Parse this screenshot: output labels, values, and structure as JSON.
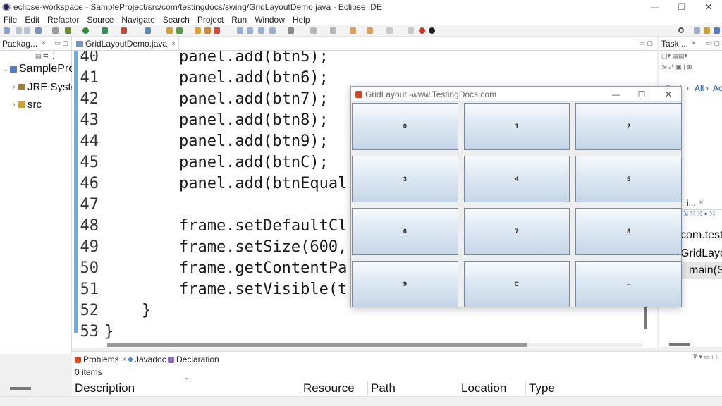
{
  "window": {
    "title": "eclipse-workspace - SampleProject/src/com/testingdocs/swing/GridLayoutDemo.java - Eclipse IDE",
    "minimize": "—",
    "maximize": "❐",
    "close": "✕"
  },
  "menu": [
    "File",
    "Edit",
    "Refactor",
    "Source",
    "Navigate",
    "Search",
    "Project",
    "Run",
    "Window",
    "Help"
  ],
  "package_explorer": {
    "tab_label": "Packag...",
    "close": "×",
    "tree": [
      {
        "label": "SampleProj",
        "arrow": "⌄",
        "icon_color": "#5a7bb5"
      },
      {
        "label": "JRE Syste",
        "arrow": "›",
        "icon_color": "#9e7c3a"
      },
      {
        "label": "src",
        "arrow": "›",
        "icon_color": "#c9a33a"
      }
    ]
  },
  "editor": {
    "tab_label": "GridLayoutDemo.java",
    "close": "×",
    "lines": [
      {
        "no": "40",
        "text": "        panel.add(btn5);"
      },
      {
        "no": "41",
        "text": "        panel.add(btn6);"
      },
      {
        "no": "42",
        "text": "        panel.add(btn7);"
      },
      {
        "no": "43",
        "text": "        panel.add(btn8);"
      },
      {
        "no": "44",
        "text": "        panel.add(btn9);"
      },
      {
        "no": "45",
        "text": "        panel.add(btnC);"
      },
      {
        "no": "46",
        "text": "        panel.add(btnEqual"
      },
      {
        "no": "47",
        "text": ""
      },
      {
        "no": "48",
        "text": "        frame.setDefaultCl"
      },
      {
        "no": "49",
        "text": "        frame.setSize(600,"
      },
      {
        "no": "50",
        "text": "        frame.getContentPa"
      },
      {
        "no": "51",
        "text": "        frame.setVisible(t"
      },
      {
        "no": "52",
        "text": "    }"
      },
      {
        "no": "53",
        "text": "}"
      }
    ]
  },
  "task_panel": {
    "tab_label": "Task ...",
    "close": "×",
    "find_label": "Find",
    "all_label": "All",
    "activate_label": "Ac"
  },
  "outline_panel": {
    "tab_label": "i...",
    "close": "×",
    "rows": [
      "com.test",
      "GridLayo",
      "main(S"
    ]
  },
  "bottom_panel": {
    "tabs": [
      {
        "label": "Problems",
        "close": "×",
        "icon_color": "#c94d2a"
      },
      {
        "label": "Javadoc",
        "icon_color": "#4a8ad4"
      },
      {
        "label": "Declaration",
        "icon_color": "#8a6bb5"
      }
    ],
    "items_count": "0 items",
    "columns": [
      "Description",
      "Resource",
      "Path",
      "Location",
      "Type"
    ]
  },
  "swing_window": {
    "title": "GridLayout -www.TestingDocs.com",
    "minimize": "—",
    "maximize": "☐",
    "close": "✕",
    "buttons": [
      "0",
      "1",
      "2",
      "3",
      "4",
      "5",
      "6",
      "7",
      "8",
      "9",
      "C",
      "="
    ]
  },
  "colors": {
    "editor_ruler": "#6aaee6",
    "link": "#1f5ca8",
    "button_border": "#7a8a9e"
  }
}
